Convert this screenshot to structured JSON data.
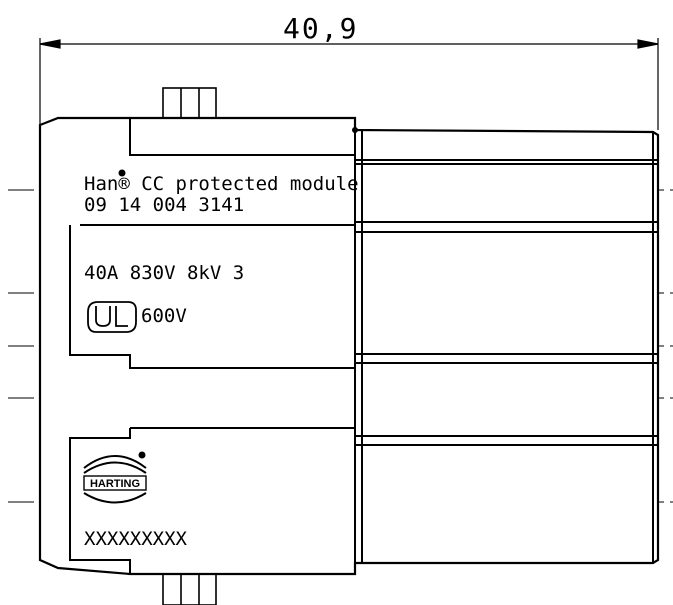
{
  "drawing": {
    "dimension": "40,9",
    "module_name": "Han® CC protected module",
    "part_number": "09 14 004 3141",
    "rating": "40A 830V 8kV 3",
    "ul_rating": "600V",
    "brand": "HARTING",
    "serial_placeholder": "XXXXXXXXX"
  }
}
